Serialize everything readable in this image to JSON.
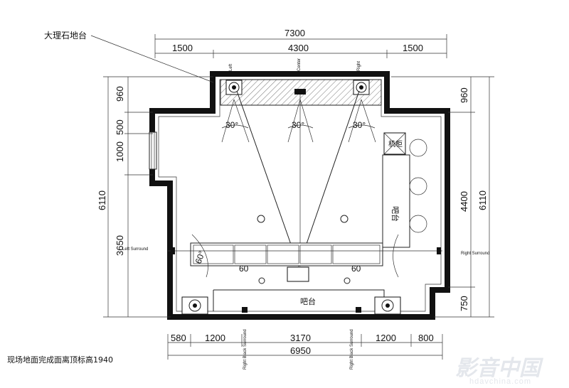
{
  "labels": {
    "marble_platform": "大理石地台",
    "bar_counter_right": "吧台",
    "bar_counter_bottom": "吧台",
    "cabinet": "机柜",
    "floor_note": "现场地面完成面离顶标高1940",
    "angle_top": "30°",
    "angle_60": "60°",
    "angle_60b": "60",
    "front_left": "Left",
    "front_center": "Center",
    "front_right": "Right",
    "surround_left": "Left Surround",
    "surround_right": "Right Surround",
    "back_left": "Right Black Surround",
    "back_right": "Right Black Surround"
  },
  "dimensions": {
    "top_total": "7300",
    "top_left": "1500",
    "top_mid": "4300",
    "top_right": "1500",
    "left_a": "960",
    "left_b": "500",
    "left_c": "1000",
    "left_d": "3650",
    "left_total": "6110",
    "right_a": "960",
    "right_b": "4400",
    "right_c": "750",
    "right_total": "6110",
    "bottom_a": "580",
    "bottom_b": "1200",
    "bottom_c": "3170",
    "bottom_d": "1200",
    "bottom_e": "800",
    "bottom_total": "6950"
  },
  "watermark": {
    "logo": "影音中国",
    "url": "hdavchina.com"
  }
}
